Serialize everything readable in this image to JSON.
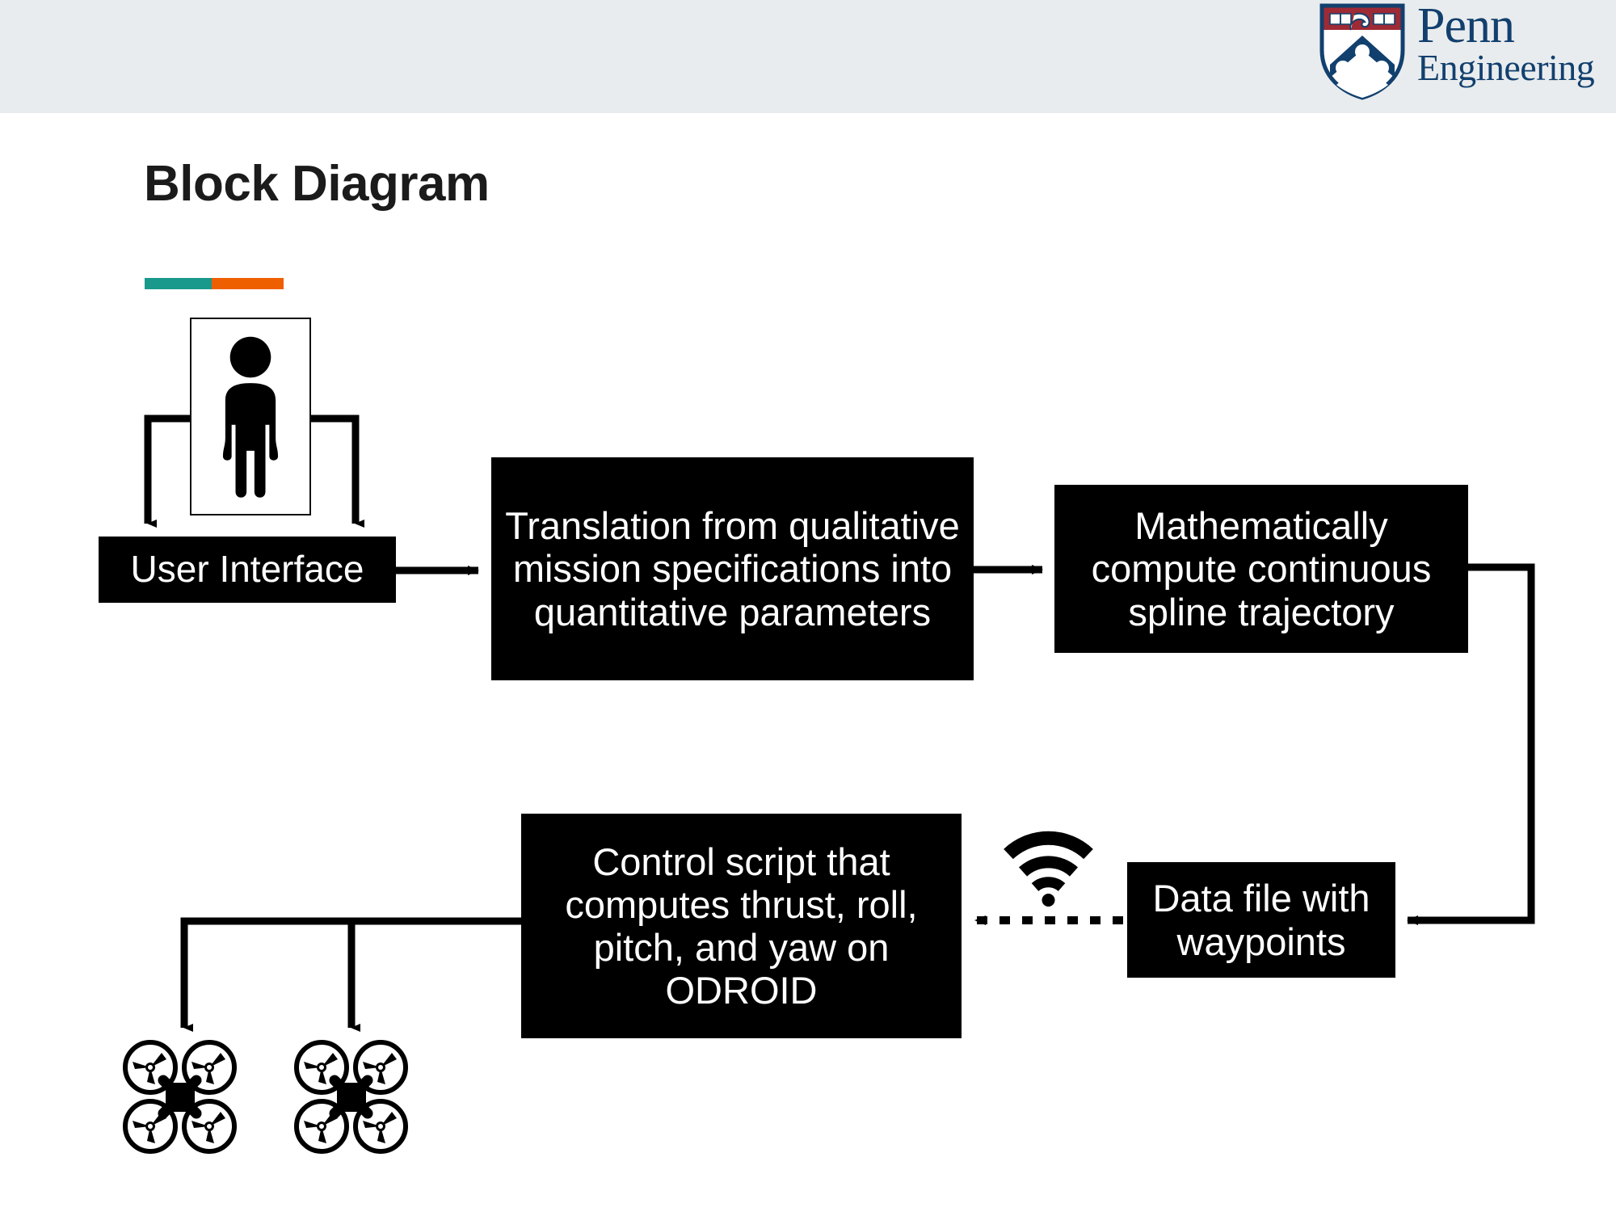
{
  "header": {
    "logo_name": "penn-engineering-logo",
    "brand_line1": "Penn",
    "brand_line2": "Engineering",
    "brand_color": "#12406e",
    "shield_red": "#9e2a35",
    "band_color": "#e9ecee"
  },
  "title": {
    "text": "Block Diagram",
    "color": "#1b1b1b"
  },
  "accent_bar": {
    "teal": "#18998c",
    "orange": "#ee5f00"
  },
  "diagram": {
    "nodes": [
      {
        "id": "user-interface",
        "label": "User Interface"
      },
      {
        "id": "translation",
        "label": "Translation from qualitative mission specifications into quantitative parameters"
      },
      {
        "id": "spline",
        "label": "Mathematically compute continuous spline trajectory"
      },
      {
        "id": "control",
        "label": "Control script that computes thrust, roll, pitch, and yaw on ODROID"
      },
      {
        "id": "datafile",
        "label": "Data file with waypoints"
      }
    ],
    "icons": [
      {
        "id": "person-icon",
        "label": "user"
      },
      {
        "id": "wifi-icon",
        "label": "wireless link"
      },
      {
        "id": "quadcopter-icon-1",
        "label": "quadcopter"
      },
      {
        "id": "quadcopter-icon-2",
        "label": "quadcopter"
      }
    ],
    "edges": [
      {
        "from": "person-icon",
        "to": "user-interface",
        "style": "solid",
        "note": "left branch"
      },
      {
        "from": "person-icon",
        "to": "user-interface",
        "style": "solid",
        "note": "right branch"
      },
      {
        "from": "user-interface",
        "to": "translation",
        "style": "solid"
      },
      {
        "from": "translation",
        "to": "spline",
        "style": "solid"
      },
      {
        "from": "spline",
        "to": "datafile",
        "style": "solid",
        "note": "routed right then down then left"
      },
      {
        "from": "datafile",
        "to": "control",
        "style": "dotted",
        "note": "wireless transfer"
      },
      {
        "from": "control",
        "to": "quadcopter-icon-1",
        "style": "solid"
      },
      {
        "from": "control",
        "to": "quadcopter-icon-2",
        "style": "solid"
      }
    ],
    "stroke_color": "#000000"
  }
}
